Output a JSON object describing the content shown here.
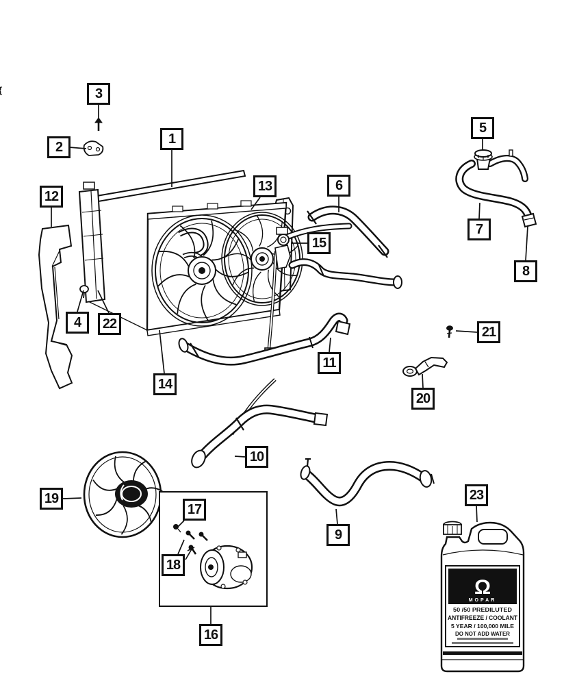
{
  "colors": {
    "line": "#111111",
    "background": "#ffffff"
  },
  "artifact": "{",
  "callouts": [
    {
      "label": "1"
    },
    {
      "label": "2"
    },
    {
      "label": "3"
    },
    {
      "label": "4"
    },
    {
      "label": "5"
    },
    {
      "label": "6"
    },
    {
      "label": "7"
    },
    {
      "label": "8"
    },
    {
      "label": "9"
    },
    {
      "label": "10"
    },
    {
      "label": "11"
    },
    {
      "label": "12"
    },
    {
      "label": "13"
    },
    {
      "label": "14"
    },
    {
      "label": "15"
    },
    {
      "label": "16"
    },
    {
      "label": "17"
    },
    {
      "label": "18"
    },
    {
      "label": "19"
    },
    {
      "label": "20"
    },
    {
      "label": "21"
    },
    {
      "label": "22"
    },
    {
      "label": "23"
    }
  ],
  "jug": {
    "logo_glyph": "Ω",
    "brand_word": "MOPAR",
    "line1": "50 /50 PREDILUTED",
    "line2": "ANTIFREEZE / COOLANT",
    "line3": "5 YEAR / 100,000 MILE",
    "line4": "DO NOT ADD WATER"
  }
}
